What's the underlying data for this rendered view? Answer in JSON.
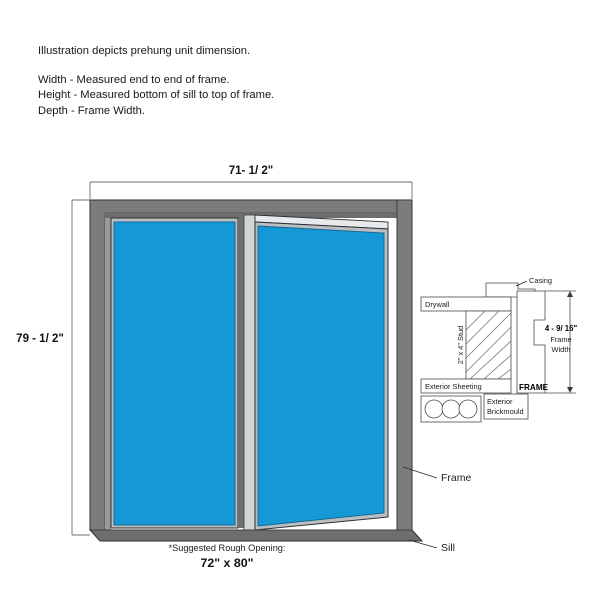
{
  "notes": {
    "intro": "Illustration depicts prehung unit dimension.",
    "lines": [
      "Width - Measured end to end of frame.",
      "Height - Measured bottom of sill to top of frame.",
      "Depth - Frame Width."
    ]
  },
  "dimensions": {
    "width_label": "71- 1/ 2\"",
    "height_label": "79 - 1/ 2\"",
    "rough_opening_note": "*Suggested Rough Opening:",
    "rough_opening_value": "72\" x 80\""
  },
  "callouts": {
    "frame": "Frame",
    "sill": "Sill"
  },
  "cross_section": {
    "casing": "Casing",
    "drywall": "Drywall",
    "stud": "2\" x 4\" Stud",
    "exterior_sheeting": "Exterior Sheeting",
    "frame": "FRAME",
    "brickmould_line1": "Exterior",
    "brickmould_line2": "Brickmould",
    "frame_width_value": "4 - 9/ 16\"",
    "frame_width_line1": "Frame",
    "frame_width_line2": "Width"
  },
  "colors": {
    "glass": "#1599d6",
    "glass_shadow": "#cfd6da",
    "frame_gray": "#7c7c7c",
    "frame_dark": "#5f5f5f",
    "stile_light": "#d2d6d2",
    "sill_gray": "#6e6e6e",
    "outline": "#2a2a2a",
    "dim_line": "#6d6d6d"
  }
}
